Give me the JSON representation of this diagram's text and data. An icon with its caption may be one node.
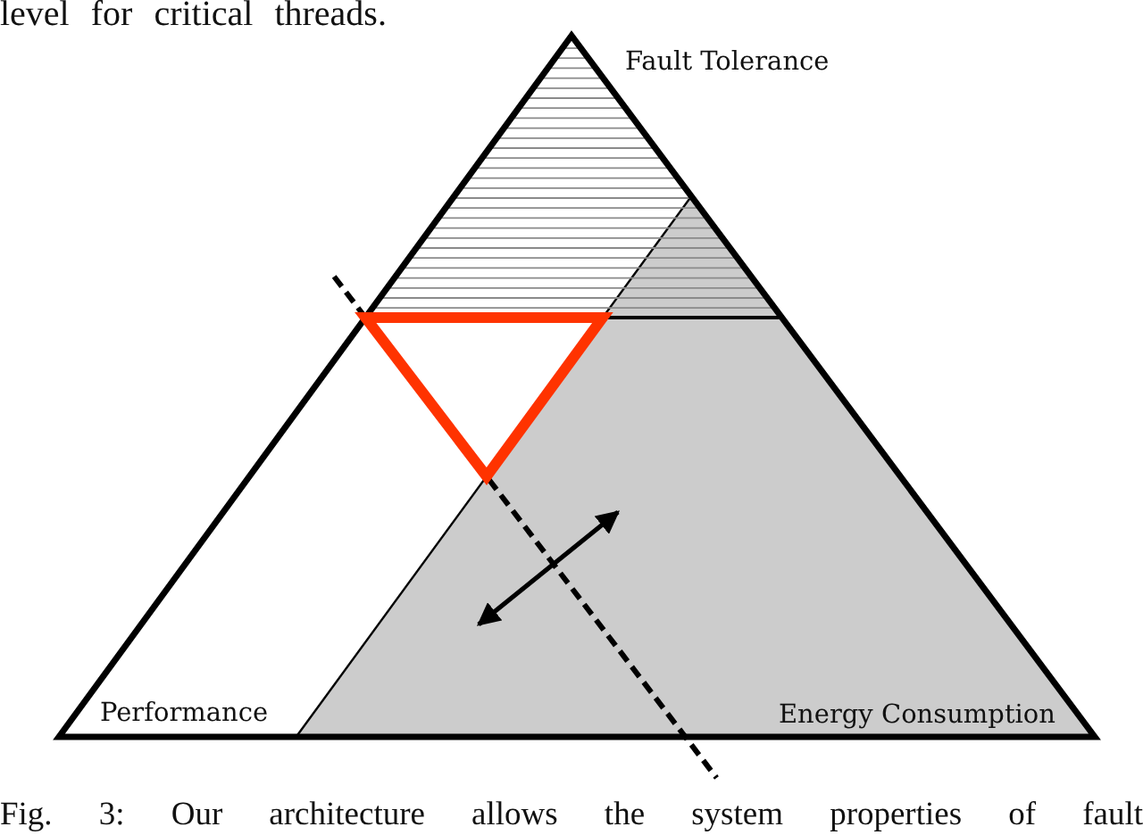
{
  "diagram": {
    "caption": "Fig. 3: Our architecture allows the system properties of fault",
    "labels": [
      "level for critical threads.",
      "Fault Tolerance",
      "Performance",
      "Energy Consumption"
    ]
  }
}
